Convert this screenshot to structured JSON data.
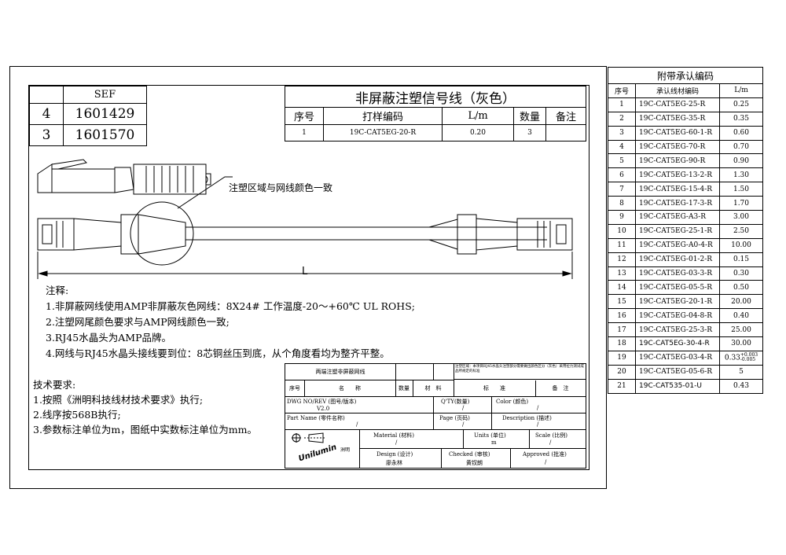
{
  "sef_table": {
    "header": "SEF",
    "rows": [
      {
        "index": "4",
        "code": "1601429"
      },
      {
        "index": "3",
        "code": "1601570"
      }
    ]
  },
  "title_block": {
    "title": "非屏蔽注塑信号线（灰色）",
    "headers": [
      "序号",
      "打样编码",
      "L/m",
      "数量",
      "备注"
    ],
    "row": [
      "1",
      "19C-CAT5EG-20-R",
      "0.20",
      "3",
      ""
    ]
  },
  "drawing": {
    "callout": "注塑区域与网线颜色一致",
    "length_label": "L"
  },
  "notes": {
    "heading": "注释:",
    "items": [
      "1.非屏蔽网线使用AMP非屏蔽灰色网线：8X24#  工作温度-20～+60℃ UL ROHS;",
      "2.注塑网尾颜色要求与AMP网线颜色一致;",
      "3.RJ45水晶头为AMP品牌。",
      "4.网线与RJ45水晶头接线要到位：8芯铜丝压到底，从个角度看均为整齐平整。"
    ]
  },
  "tech": {
    "heading": "技术要求:",
    "items": [
      "1.按照《洲明科技线材技术要求》执行;",
      "2.线序按568B执行;",
      "3.参数标注单位为m，图纸中实数标注单位为mm。"
    ]
  },
  "approval": {
    "title": "附带承认编码",
    "headers": [
      "序号",
      "承认线材编码",
      "L/m"
    ],
    "rows": [
      [
        "1",
        "19C-CAT5EG-25-R",
        "0.25"
      ],
      [
        "2",
        "19C-CAT5EG-35-R",
        "0.35"
      ],
      [
        "3",
        "19C-CAT5EG-60-1-R",
        "0.60"
      ],
      [
        "4",
        "19C-CAT5EG-70-R",
        "0.70"
      ],
      [
        "5",
        "19C-CAT5EG-90-R",
        "0.90"
      ],
      [
        "6",
        "19C-CAT5EG-13-2-R",
        "1.30"
      ],
      [
        "7",
        "19C-CAT5EG-15-4-R",
        "1.50"
      ],
      [
        "8",
        "19C-CAT5EG-17-3-R",
        "1.70"
      ],
      [
        "9",
        "19C-CAT5EG-A3-R",
        "3.00"
      ],
      [
        "10",
        "19C-CAT5EG-25-1-R",
        "2.50"
      ],
      [
        "11",
        "19C-CAT5EG-A0-4-R",
        "10.00"
      ],
      [
        "12",
        "19C-CAT5EG-01-2-R",
        "0.15"
      ],
      [
        "13",
        "19C-CAT5EG-03-3-R",
        "0.30"
      ],
      [
        "14",
        "19C-CAT5EG-05-5-R",
        "0.50"
      ],
      [
        "15",
        "19C-CAT5EG-20-1-R",
        "20.00"
      ],
      [
        "16",
        "19C-CAT5EG-04-8-R",
        "0.40"
      ],
      [
        "17",
        "19C-CAT5EG-25-3-R",
        "25.00"
      ],
      [
        "18",
        "19C-CAT5EG-30-4-R",
        "30.00"
      ],
      [
        "19",
        "19C-CAT5EG-03-4-R",
        "0.33"
      ],
      [
        "20",
        "19C-CAT5EG-05-6-R",
        "5"
      ],
      [
        "21",
        "19C-CAT535-01-U",
        "0.43"
      ]
    ],
    "tolerance_plus": "+0.003",
    "tolerance_minus": "-0.005"
  },
  "bom": {
    "title": "两端注塑非屏蔽网线",
    "right_note": "注塑区域：本项目RJ45水晶头注塑部分需要做出颜色区分（灰色）采用拉力测试成品所规定的标准",
    "headers": [
      "序号",
      "名　　称",
      "数量",
      "材　料",
      "标　　准",
      "备　注"
    ],
    "dwg_label": "DWG NO/REV (图号/版本)",
    "dwg_value": "V2.0",
    "qty_label": "Q'TY(数量)",
    "qty_value": "/",
    "color_label": "Color (颜色)",
    "color_value": "/",
    "part_label": "Part Name (零件名称)",
    "part_value": "/",
    "page_label": "Page (页码)",
    "page_value": "/",
    "desc_label": "Description (描述)",
    "desc_value": "/",
    "material_label": "Material (材料)",
    "material_value": "/",
    "units_label": "Units (单位)",
    "units_value": "m",
    "scale_label": "Scale (比例)",
    "scale_value": "/",
    "design_label": "Design (设计)",
    "design_value": "廖永林",
    "checked_label": "Checked (审核)",
    "checked_value": "黄钗朗",
    "approved_label": "Approved (批准)",
    "approved_value": "/",
    "logo_text": "Unilumin",
    "logo_sub": "洲明"
  }
}
